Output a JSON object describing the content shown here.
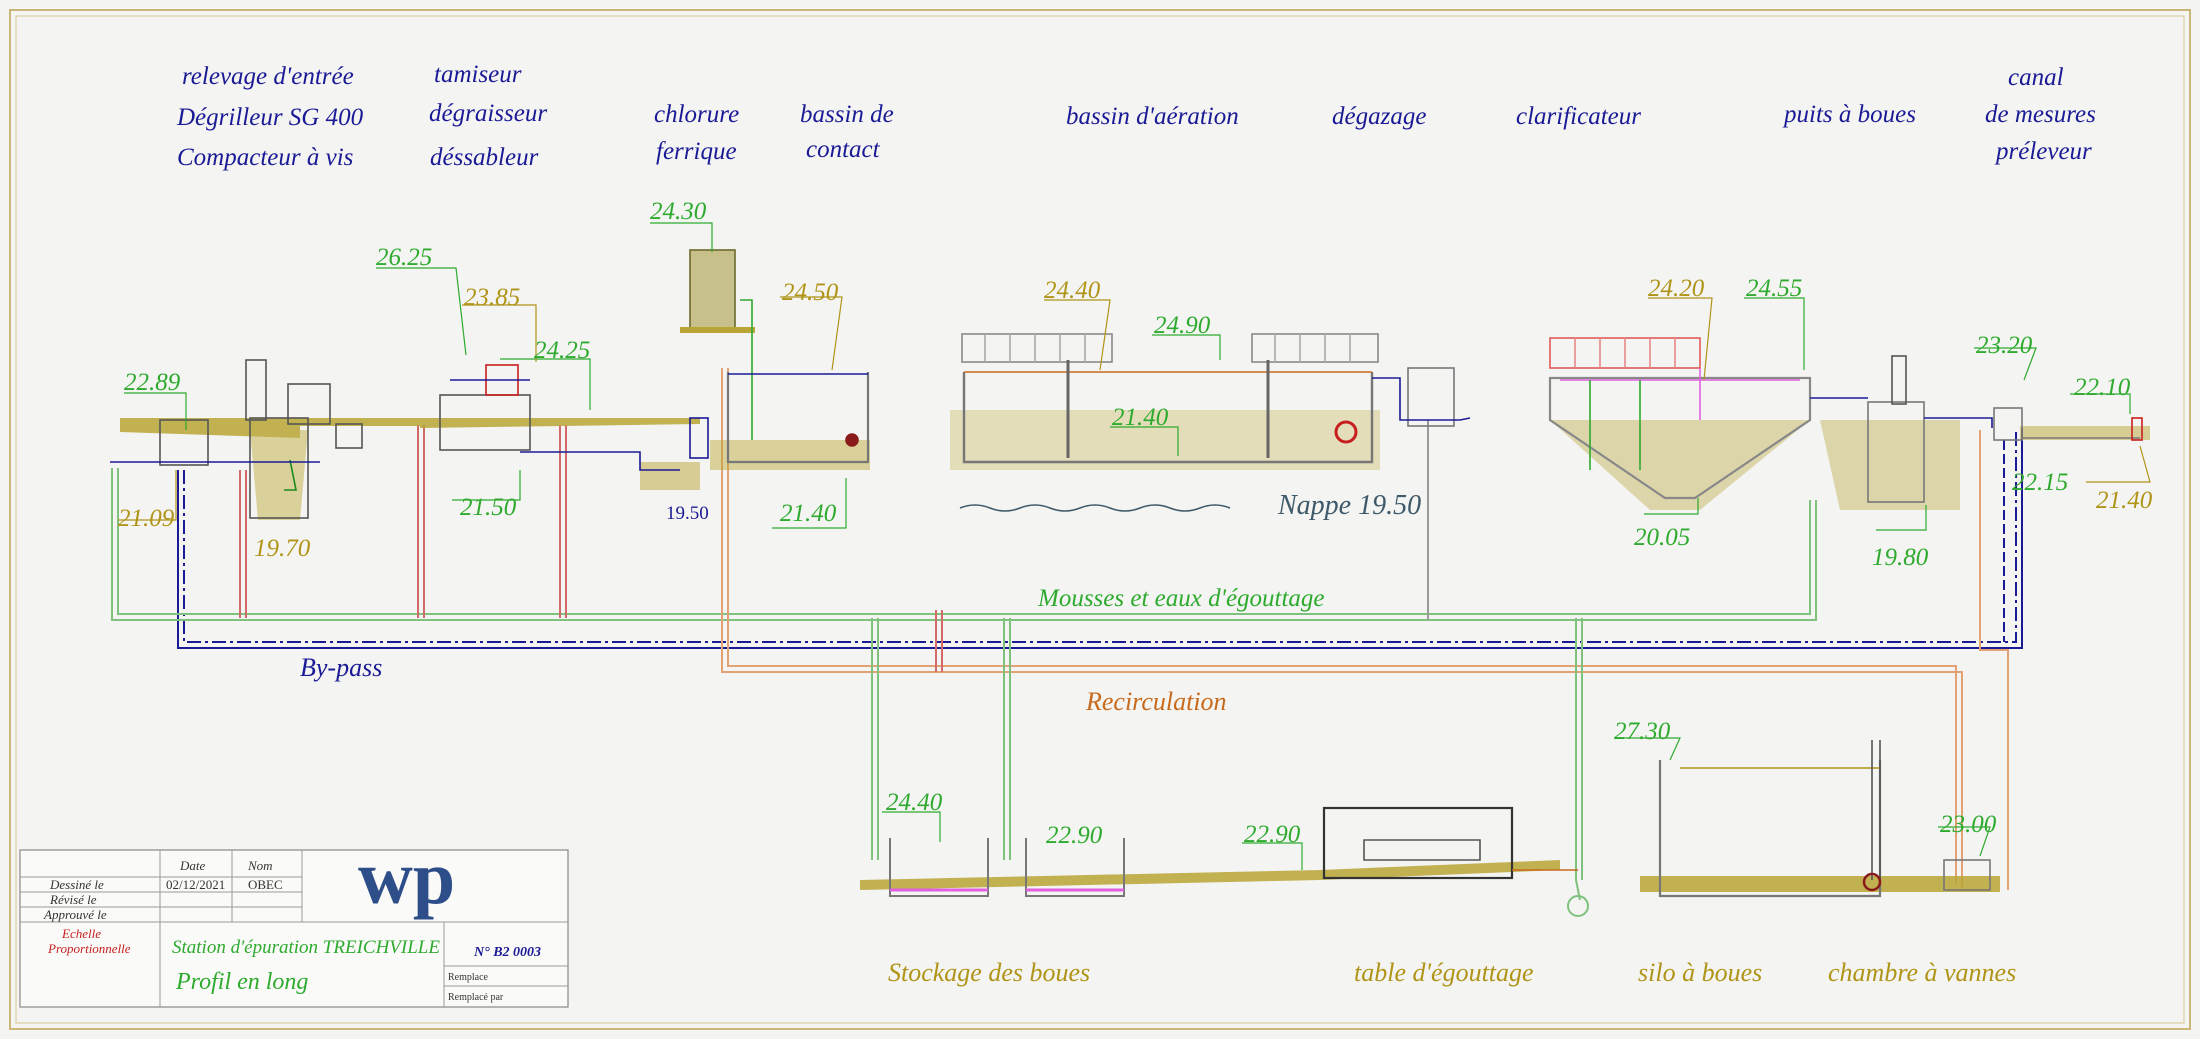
{
  "headers": [
    "relevage d'entrée",
    "Dégrilleur SG 400",
    "Compacteur à vis",
    "tamiseur",
    "dégraisseur",
    "déssableur",
    "chlorure",
    "ferrique",
    "bassin de",
    "contact",
    "bassin d'aération",
    "dégazage",
    "clarificateur",
    "puits à boues",
    "canal",
    "de mesures",
    "préleveur"
  ],
  "levels": [
    "22.89",
    "21.09",
    "19.70",
    "26.25",
    "23.85",
    "24.25",
    "21.50",
    "24.30",
    "19.50",
    "24.50",
    "21.40",
    "24.40",
    "24.90",
    "21.40",
    "24.20",
    "24.55",
    "20.05",
    "23.20",
    "19.80",
    "22.15",
    "22.10",
    "21.40",
    "24.40",
    "22.90",
    "22.90",
    "27.30",
    "23.00"
  ],
  "lines": {
    "nappe": "Nappe 19.50",
    "mousses": "Mousses et eaux d'égouttage",
    "bypass": "By-pass",
    "recirculation": "Recirculation"
  },
  "bottom_labels": [
    "Stockage des boues",
    "table d'égouttage",
    "silo à boues",
    "chambre à vannes"
  ],
  "cartouche": {
    "col_date": "Date",
    "col_nom": "Nom",
    "dessine": "Dessiné le",
    "revise": "Révisé le",
    "approuve": "Approuvé le",
    "date_val": "02/12/2021",
    "nom_val": "OBEC",
    "echelle1": "Echelle",
    "echelle2": "Proportionnelle",
    "station": "Station d'épuration TREICHVILLE",
    "profil": "Profil en long",
    "numero": "N° B2 0003",
    "remplace": "Remplace",
    "remplace_par": "Remplacé par",
    "logo": "wp"
  },
  "colors": {
    "header_blue": "#1a1a96",
    "level_green": "#2eaa2e",
    "level_olive": "#b09418",
    "recirculation": "#c86a1c",
    "nappe": "#3e5a6a",
    "ground": "#b9a535",
    "logo": "#2e4e8a"
  }
}
